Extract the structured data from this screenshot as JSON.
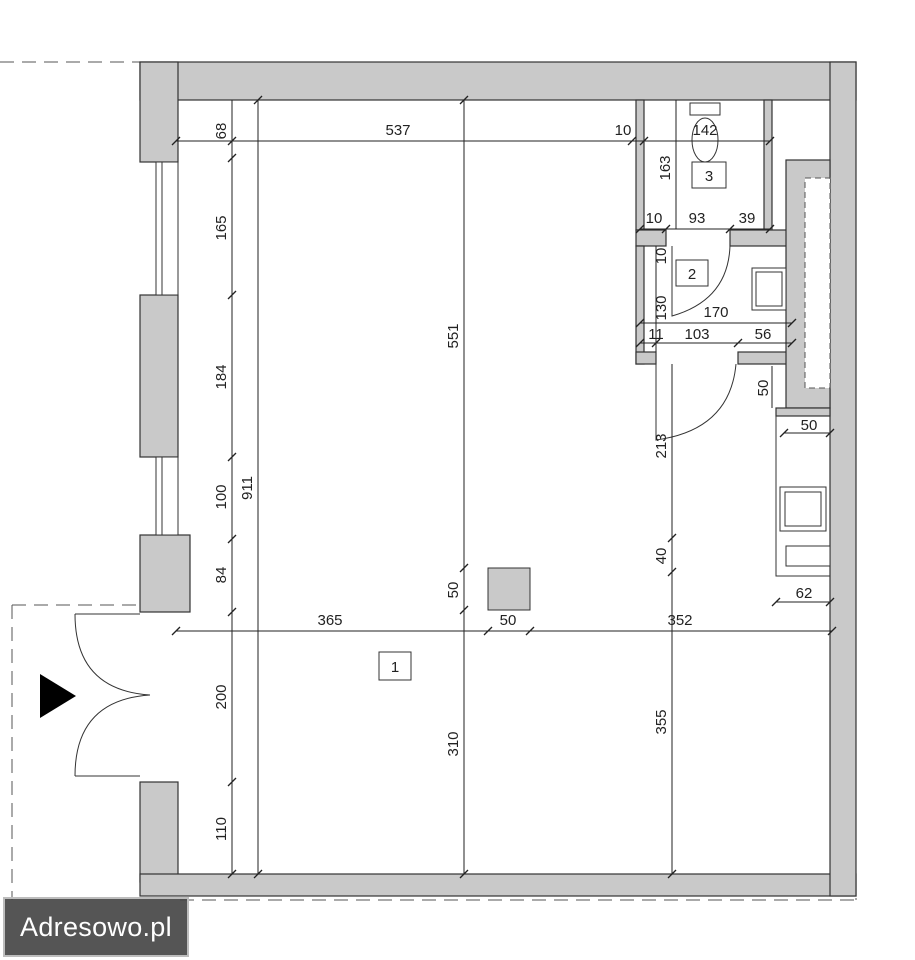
{
  "watermark": "Adresowo.pl",
  "rooms": [
    {
      "id": "room-1",
      "label": "1"
    },
    {
      "id": "room-2",
      "label": "2"
    },
    {
      "id": "room-3",
      "label": "3"
    }
  ],
  "dimensions": {
    "d68": "68",
    "d537": "537",
    "d10a": "10",
    "d142": "142",
    "d163": "163",
    "d165": "165",
    "d551": "551",
    "d911": "911",
    "d184": "184",
    "d100": "100",
    "d84": "84",
    "d50a": "50",
    "d365": "365",
    "d50b": "50",
    "d352": "352",
    "d200": "200",
    "d310": "310",
    "d355": "355",
    "d110": "110",
    "d10b": "10",
    "d93": "93",
    "d39": "39",
    "d10c": "10",
    "d130": "130",
    "d170": "170",
    "d11": "11",
    "d103": "103",
    "d56": "56",
    "d50c": "50",
    "d213": "213",
    "d50d": "50",
    "d40": "40",
    "d62": "62"
  },
  "colors": {
    "wall_fill": "#c9c9c9",
    "line": "#333333",
    "watermark_bg": "#464646"
  },
  "icons": {
    "entrance": "entrance-arrow-icon",
    "toilet": "toilet-icon",
    "sink": "sink-icon"
  }
}
